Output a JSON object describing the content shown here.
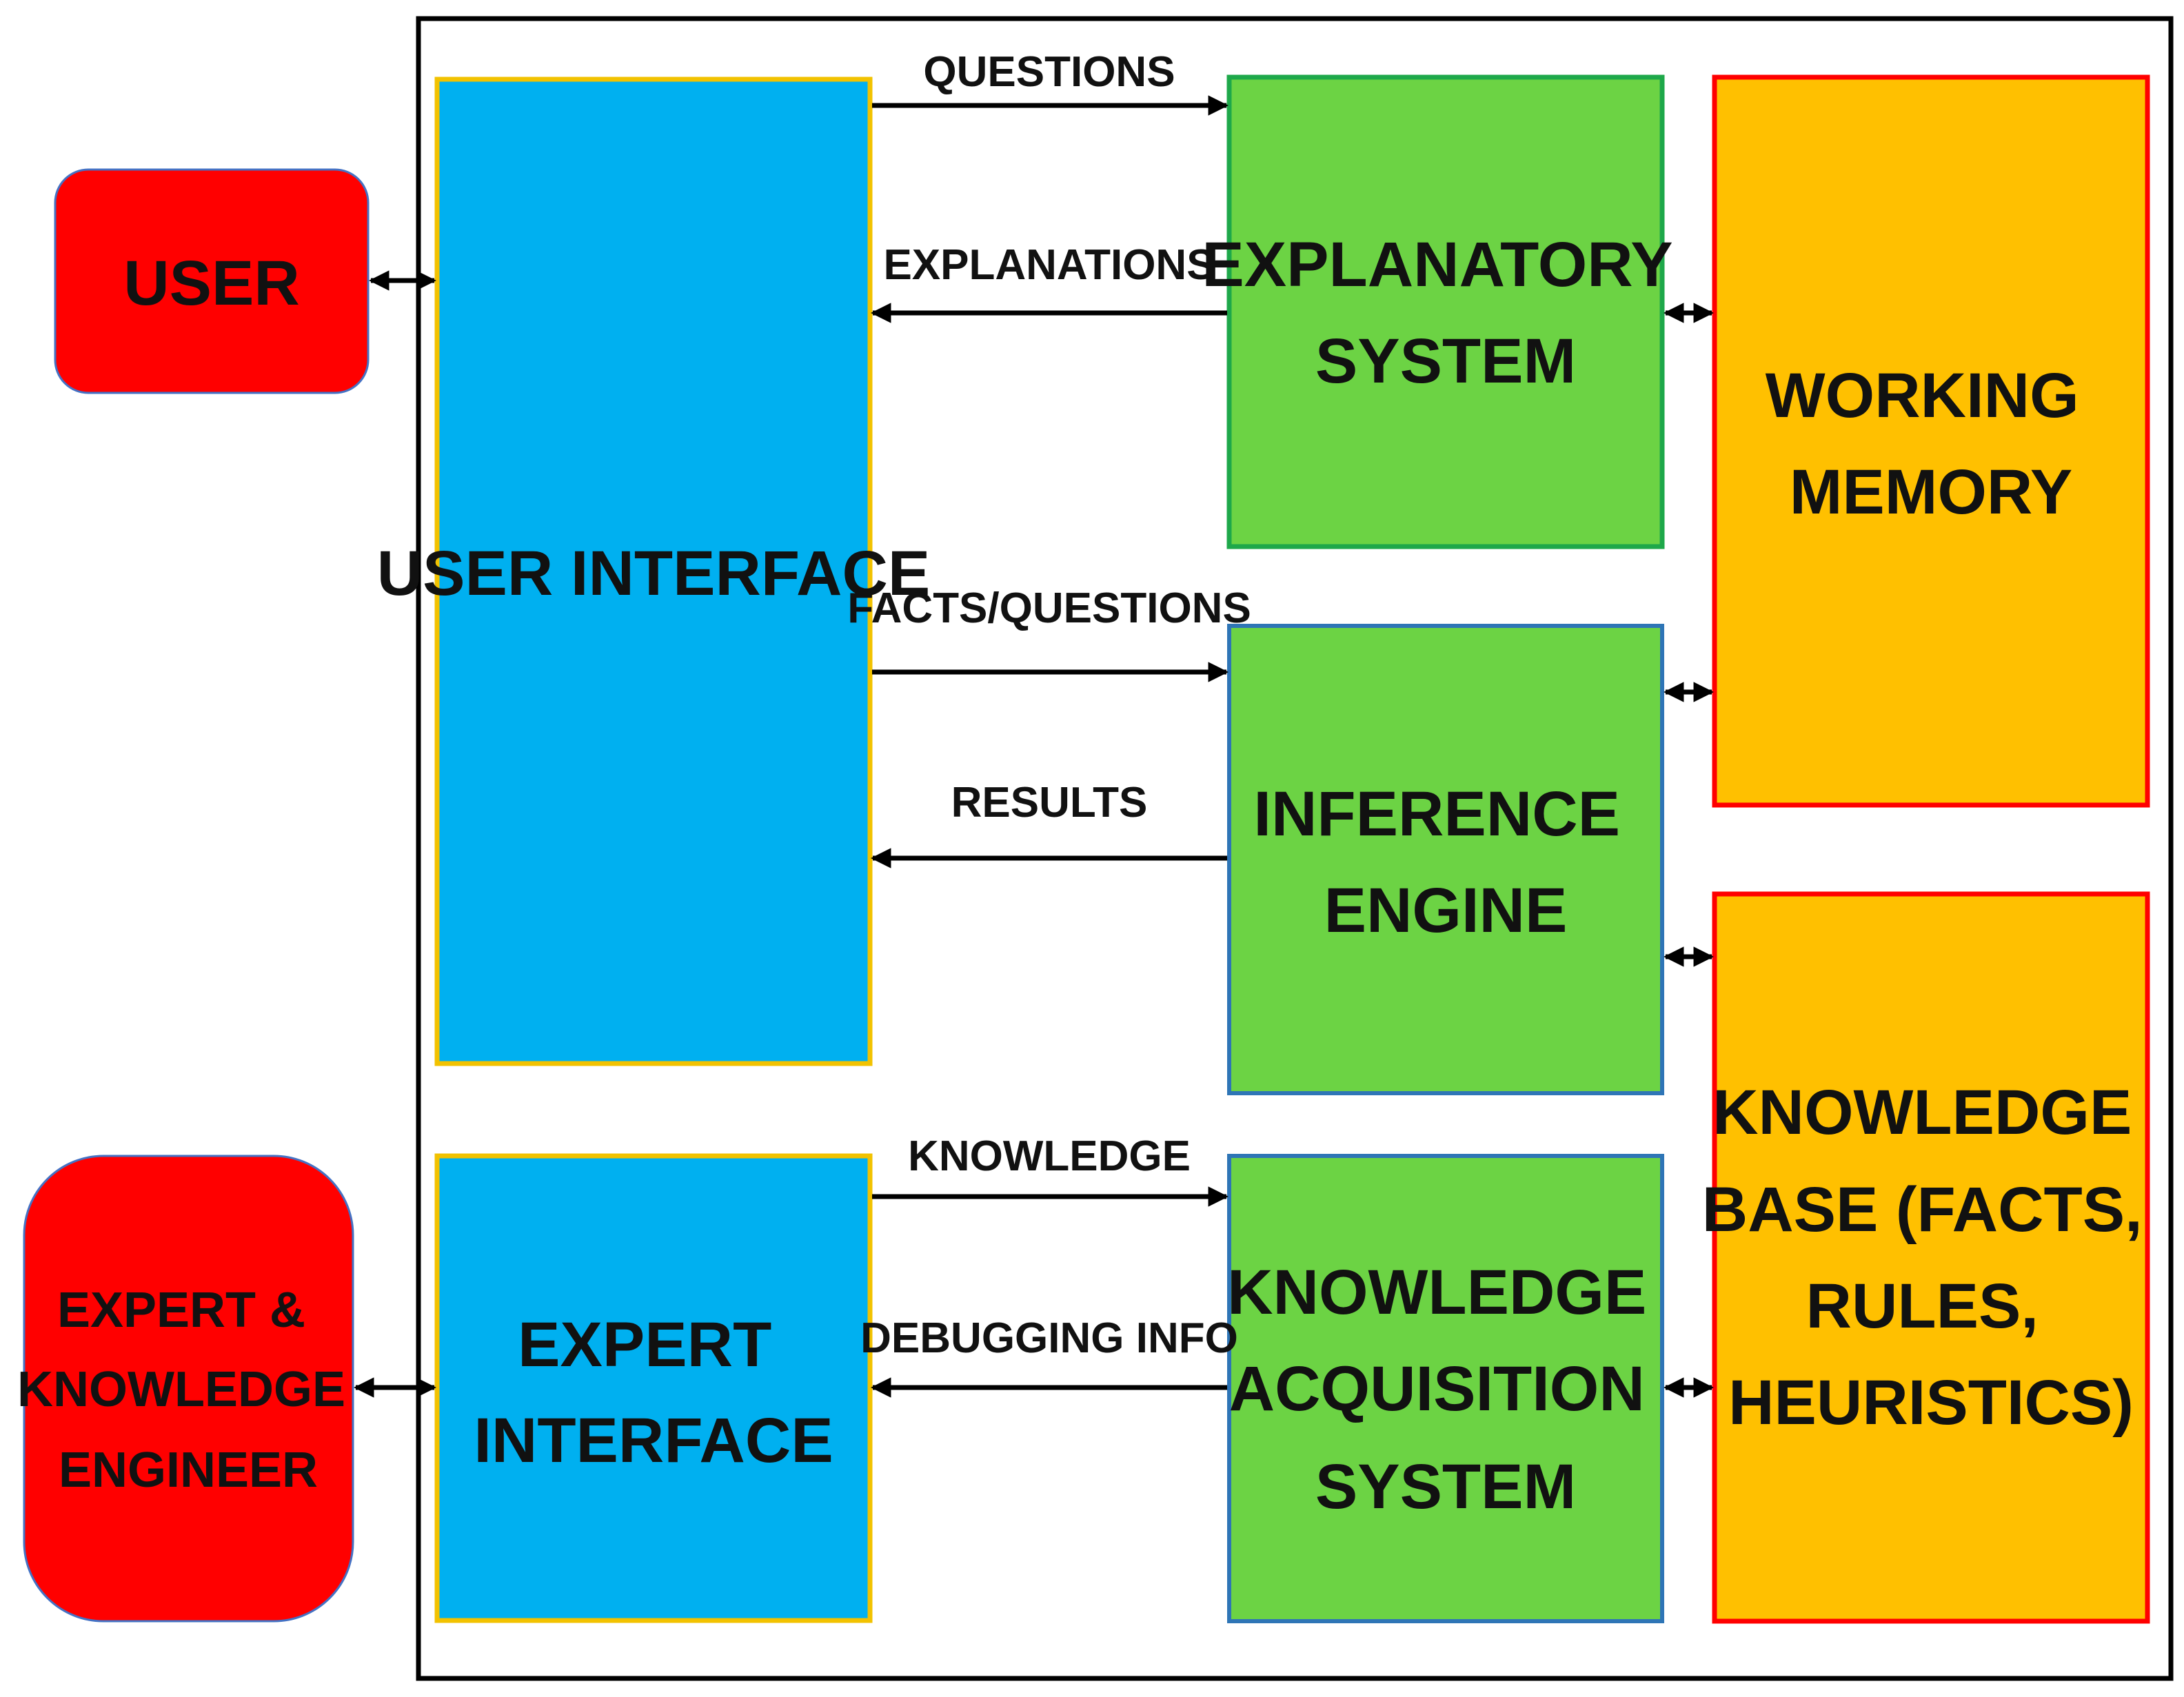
{
  "colors": {
    "actor_fill": "#ff0000",
    "interface_fill": "#00b0f0",
    "interface_border": "#f2c200",
    "module_fill": "#6cd344",
    "store_fill": "#ffc000",
    "store_border": "#ff0000",
    "frame": "#000000"
  },
  "actors": {
    "user": [
      "USER"
    ],
    "expert": [
      "EXPERT &",
      "KNOWLEDGE",
      "ENGINEER"
    ]
  },
  "interfaces": {
    "user_interface": [
      "USER INTERFACE"
    ],
    "expert_interface": [
      "EXPERT",
      "INTERFACE"
    ]
  },
  "modules": {
    "explanatory": [
      "EXPLANATORY",
      "SYSTEM"
    ],
    "inference": [
      "INFERENCE",
      "ENGINE"
    ],
    "acquisition": [
      "KNOWLEDGE",
      "ACQUISITION",
      "SYSTEM"
    ]
  },
  "stores": {
    "working_memory": [
      "WORKING",
      "MEMORY"
    ],
    "knowledge_base": [
      "KNOWLEDGE",
      "BASE (FACTS,",
      "RULES,",
      "HEURISTICS)"
    ]
  },
  "flows": {
    "questions": "QUESTIONS",
    "explanations": "EXPLANATIONS",
    "facts_questions": "FACTS/QUESTIONS",
    "results": "RESULTS",
    "knowledge": "KNOWLEDGE",
    "debugging_info": "DEBUGGING INFO"
  }
}
